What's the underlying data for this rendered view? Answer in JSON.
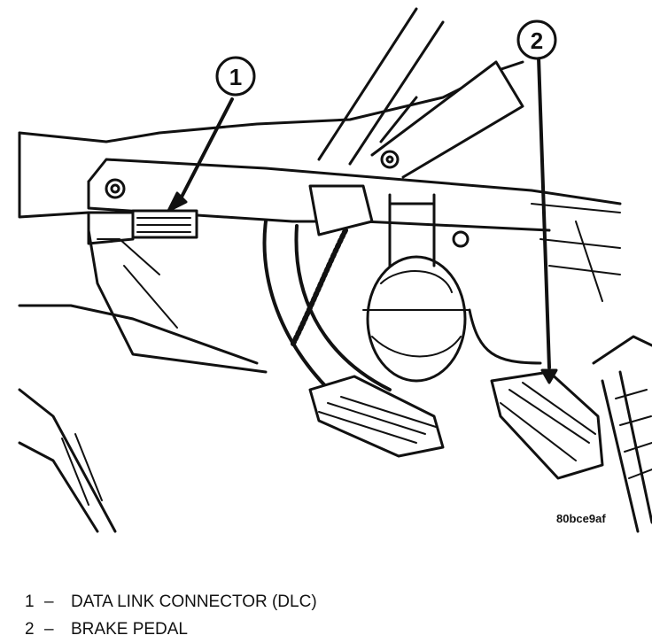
{
  "callouts": [
    {
      "number": "1"
    },
    {
      "number": "2"
    }
  ],
  "figure_code": "80bce9af",
  "legend": [
    {
      "number": "1",
      "dash": "–",
      "text": "DATA LINK CONNECTOR (DLC)"
    },
    {
      "number": "2",
      "dash": "–",
      "text": "BRAKE PEDAL"
    }
  ]
}
